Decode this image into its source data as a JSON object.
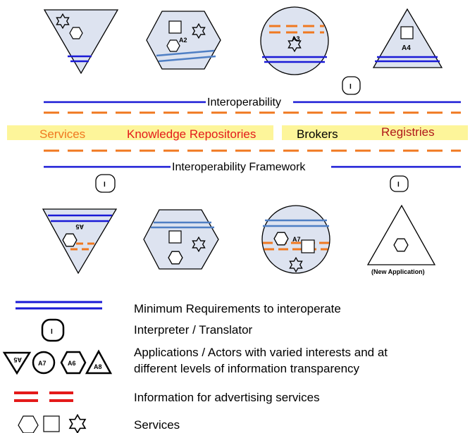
{
  "colors": {
    "requirement_line": "#1a1ad6",
    "orange_dash": "#f07820",
    "band": "#fdf59a",
    "app_fill": "#dde3f0",
    "app_inner_line": "#4f7fc4",
    "red": "#e41a1a",
    "legend_red": "#e41a1a"
  },
  "top_apps": [
    "A2",
    "A3",
    "A4"
  ],
  "bottom_apps": [
    "A5",
    "A7"
  ],
  "new_app_label": "(New Application)",
  "interoperability_label": "Interoperability",
  "framework_label": "Interoperability Framework",
  "interpreter_symbol": "I",
  "band": {
    "services": "Services",
    "knowledge": "Knowledge Repositories",
    "brokers": "Brokers",
    "registries": "Registries"
  },
  "legend": {
    "requirements": "Minimum Requirements to interoperate",
    "interpreter": "Interpreter / Translator",
    "applications_line1": "Applications / Actors with varied interests and at",
    "applications_line2": "different levels of information transparency",
    "advertising": "Information for advertising services",
    "services": "Services",
    "shape_labels": [
      "A5",
      "A7",
      "A6",
      "A8"
    ]
  }
}
